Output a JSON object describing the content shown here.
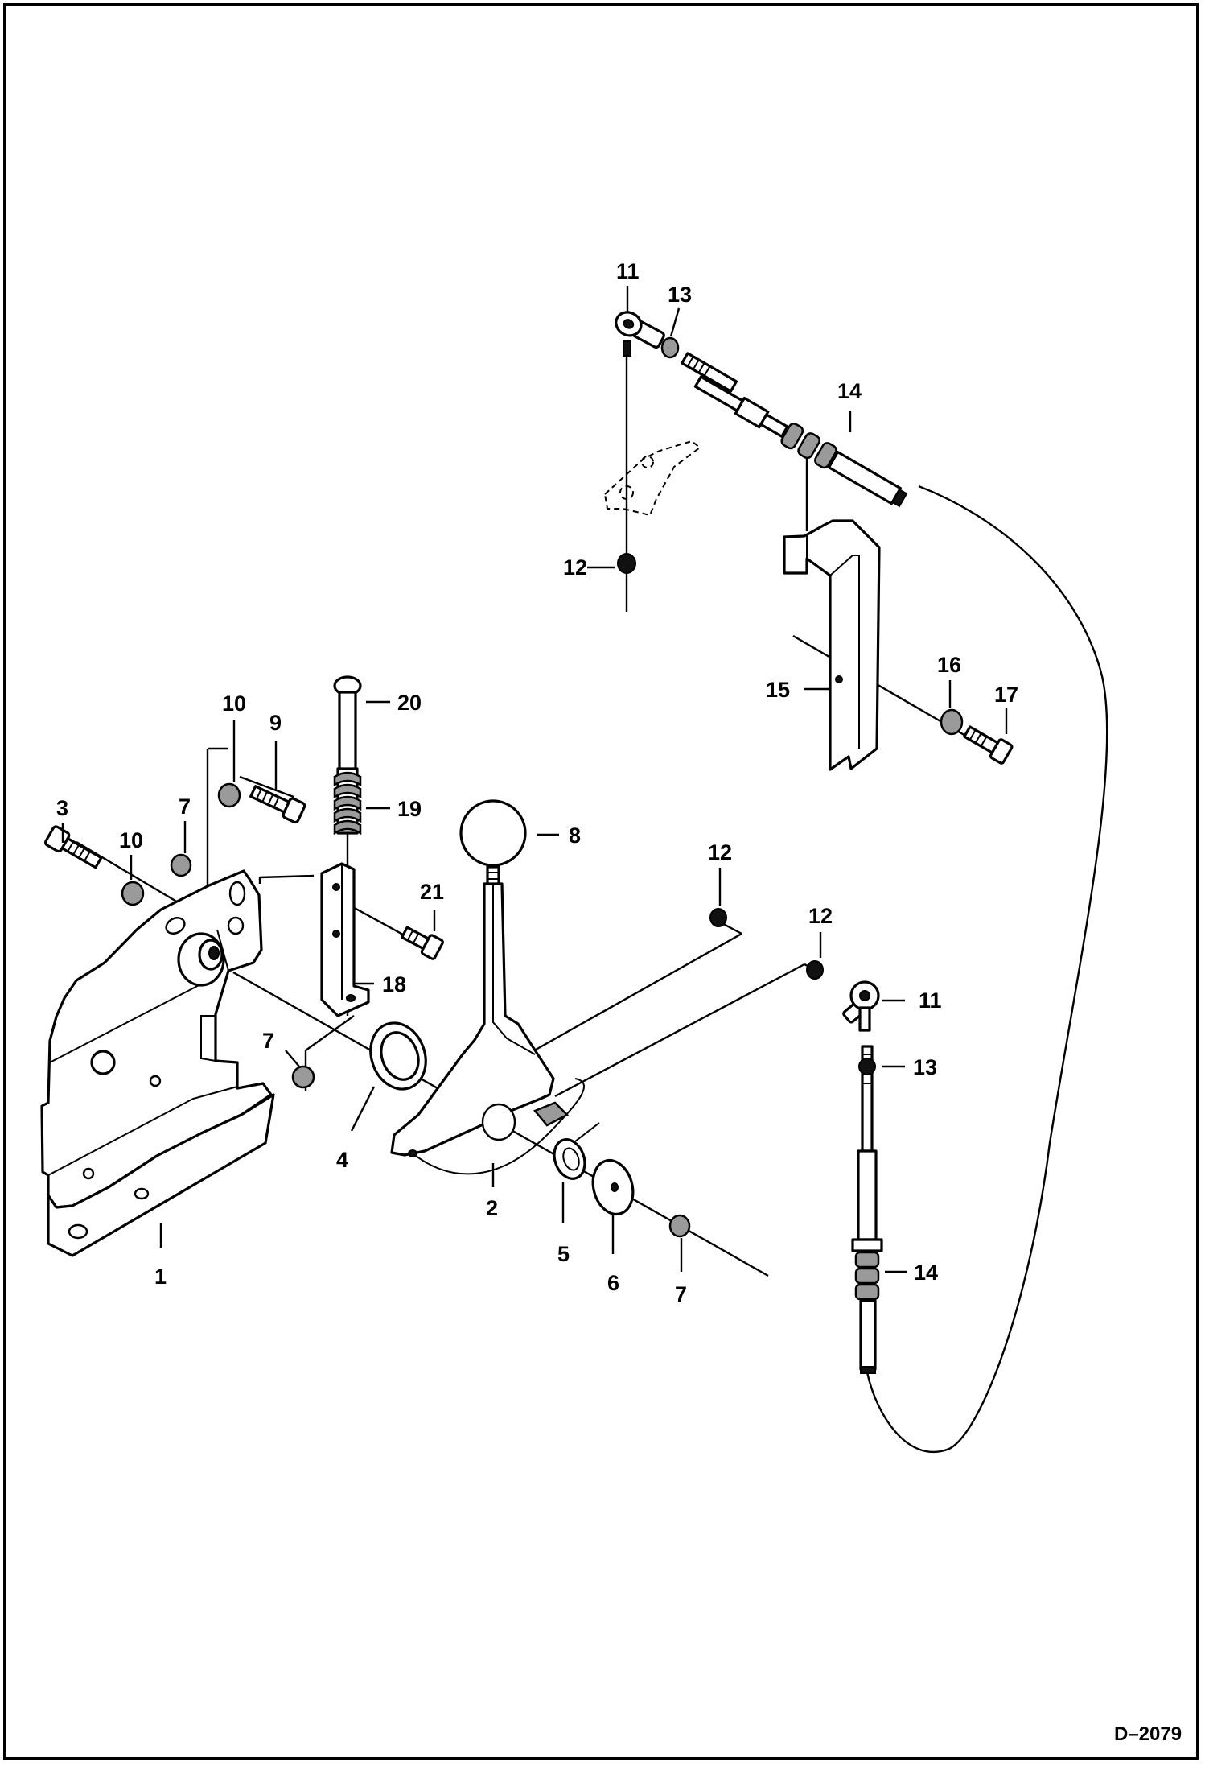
{
  "figure_id": "D–2079",
  "callouts": {
    "c1": "1",
    "c2": "2",
    "c3": "3",
    "c4": "4",
    "c5": "5",
    "c6": "6",
    "c7a": "7",
    "c7b": "7",
    "c7c": "7",
    "c8": "8",
    "c9": "9",
    "c10a": "10",
    "c10b": "10",
    "c11a": "11",
    "c11b": "11",
    "c12a": "12",
    "c12b": "12",
    "c12c": "12",
    "c13a": "13",
    "c13b": "13",
    "c14a": "14",
    "c14b": "14",
    "c15": "15",
    "c16": "16",
    "c17": "17",
    "c18": "18",
    "c19": "19",
    "c20": "20",
    "c21": "21"
  }
}
